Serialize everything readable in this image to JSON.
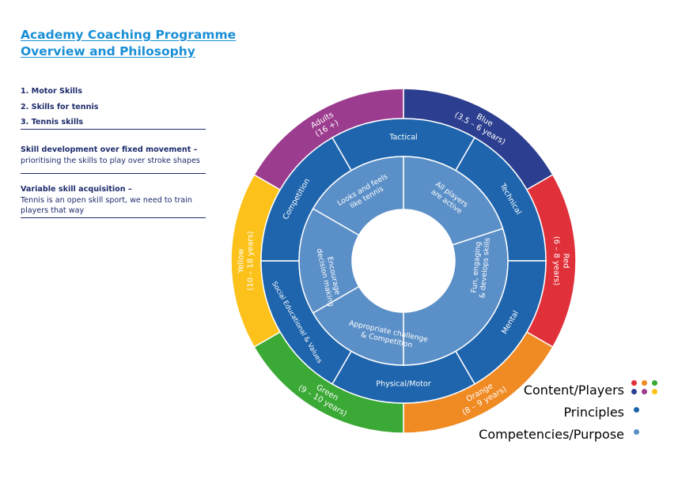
{
  "title": {
    "line1": "Academy Coaching Programme",
    "line2": "Overview and Philosophy"
  },
  "skills_list": [
    "1. Motor Skills",
    "2. Skills for tennis",
    "3. Tennis skills"
  ],
  "blocks": [
    {
      "heading": "Skill development over fixed movement –",
      "text": "prioritising the skills to play over stroke shapes"
    },
    {
      "heading": "Variable skill acquisition –",
      "text": "Tennis is an open skill sport, we need to train players that way"
    }
  ],
  "wheel": {
    "outer": [
      {
        "label": "Blue",
        "sub": "(3.5 – 6 years)",
        "color": "#2c3e8f"
      },
      {
        "label": "Red",
        "sub": "(6 – 8 years)",
        "color": "#e03039"
      },
      {
        "label": "Orange",
        "sub": "(8 – 9 years)",
        "color": "#f08a23"
      },
      {
        "label": "Green",
        "sub": "(9 – 10 years)",
        "color": "#3aa935"
      },
      {
        "label": "Yellow",
        "sub": "(10 – 18 years)",
        "color": "#fcc21b"
      },
      {
        "label": "Adults",
        "sub": "(16 +)",
        "color": "#9c3c8f"
      }
    ],
    "principles": [
      "Tactical",
      "Technical",
      "Mental",
      "Physical/Motor",
      "Social Educational & Values",
      "Competition"
    ],
    "principles_color": "#1f65ad",
    "competencies": [
      "All players are active",
      "Fun, engaging & develops skills",
      "Appropriate challenge & Competition",
      "Encourage decision making",
      "Looks and feels like tennis"
    ],
    "competencies_color": "#5b8fc7"
  },
  "legend": [
    {
      "label": "Content/Players",
      "colors": [
        "#e03039",
        "#f08a23",
        "#3aa935",
        "#2c3e8f",
        "#9c3c8f",
        "#fcc21b"
      ]
    },
    {
      "label": "Principles",
      "colors": [
        "#1f65ad"
      ]
    },
    {
      "label": "Competencies/Purpose",
      "colors": [
        "#5b8fc7"
      ]
    }
  ]
}
